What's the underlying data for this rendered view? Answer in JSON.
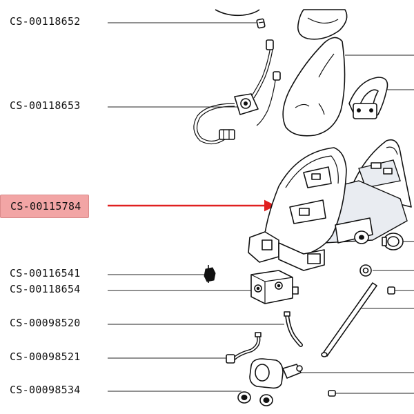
{
  "callouts": [
    {
      "label": "CS-00118652"
    },
    {
      "label": "CS-00118653"
    },
    {
      "label": "CS-00115784",
      "highlighted": true
    },
    {
      "label": "CS-00116541"
    },
    {
      "label": "CS-00118654"
    },
    {
      "label": "CS-00098520"
    },
    {
      "label": "CS-00098521"
    },
    {
      "label": "CS-00098534"
    }
  ],
  "colors": {
    "highlight_fill": "#f2a5a5",
    "arrow": "#e02020",
    "line": "#111111"
  }
}
